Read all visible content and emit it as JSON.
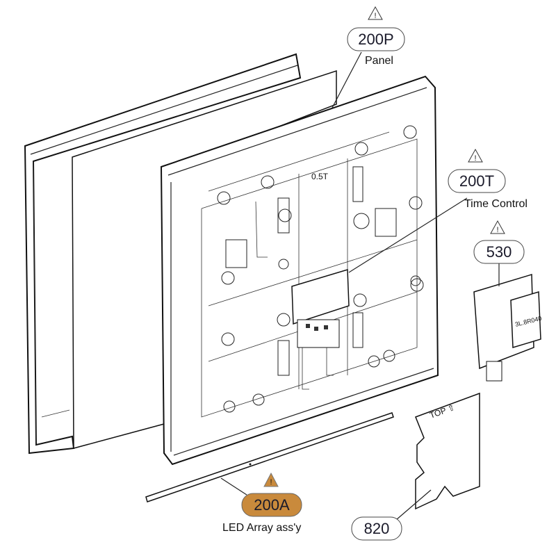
{
  "parts": [
    {
      "code": "200P",
      "name": "Panel",
      "warning": true,
      "highlighted": false
    },
    {
      "code": "200T",
      "name": "Time Control",
      "warning": true,
      "highlighted": false
    },
    {
      "code": "530",
      "name": "",
      "warning": true,
      "highlighted": false
    },
    {
      "code": "200A",
      "name": "LED Array ass'y",
      "warning": true,
      "highlighted": true
    },
    {
      "code": "820",
      "name": "",
      "warning": false,
      "highlighted": false
    }
  ],
  "chassis_marks": {
    "thickness": "0.5T",
    "sheet_mark": "TOP ⇧",
    "module_mark": "3L.8R040"
  },
  "colors": {
    "highlight": "#c98a3c",
    "line": "#222222"
  }
}
